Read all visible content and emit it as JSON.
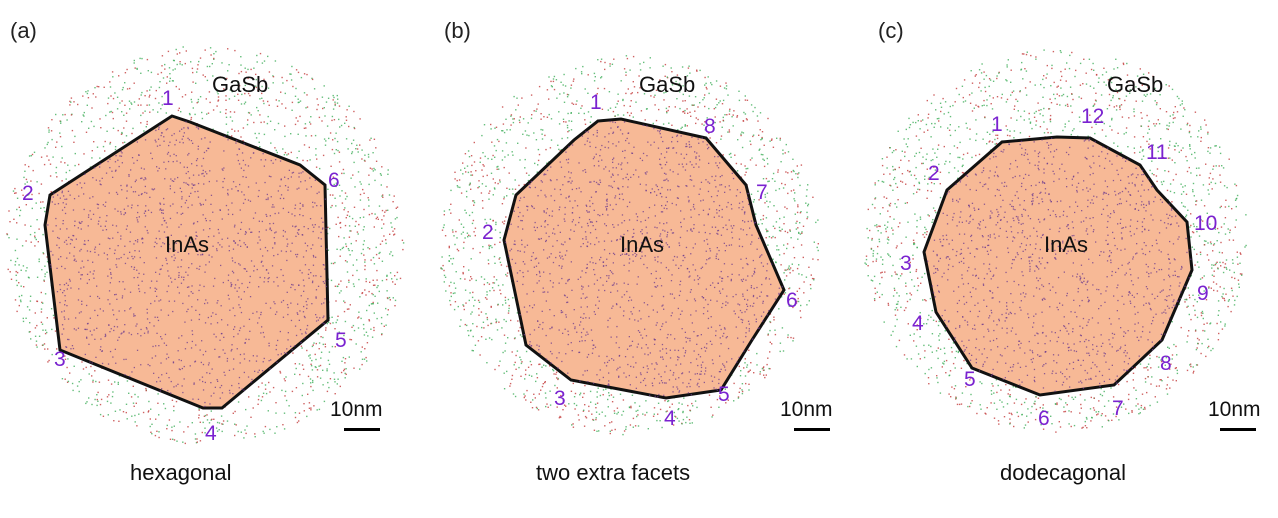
{
  "figure": {
    "scale_label": "10nm",
    "matrix_label": "GaSb",
    "core_label": "InAs",
    "colors": {
      "core_fill": "#f7b996",
      "core_dots": "#6b3a8e",
      "interface": "#111111",
      "matrix_dots_green": "#3fae5a",
      "matrix_dots_red": "#c33b3b",
      "facet_numbers": "#7a22d0"
    },
    "panels": [
      {
        "tag": "(a)",
        "caption": "hexagonal",
        "facets": [
          "1",
          "2",
          "3",
          "4",
          "5",
          "6"
        ]
      },
      {
        "tag": "(b)",
        "caption": "two extra facets",
        "facets": [
          "1",
          "2",
          "3",
          "4",
          "5",
          "6",
          "7",
          "8"
        ]
      },
      {
        "tag": "(c)",
        "caption": "dodecagonal",
        "facets": [
          "1",
          "2",
          "3",
          "4",
          "5",
          "6",
          "7",
          "8",
          "9",
          "10",
          "11",
          "12"
        ]
      }
    ]
  }
}
